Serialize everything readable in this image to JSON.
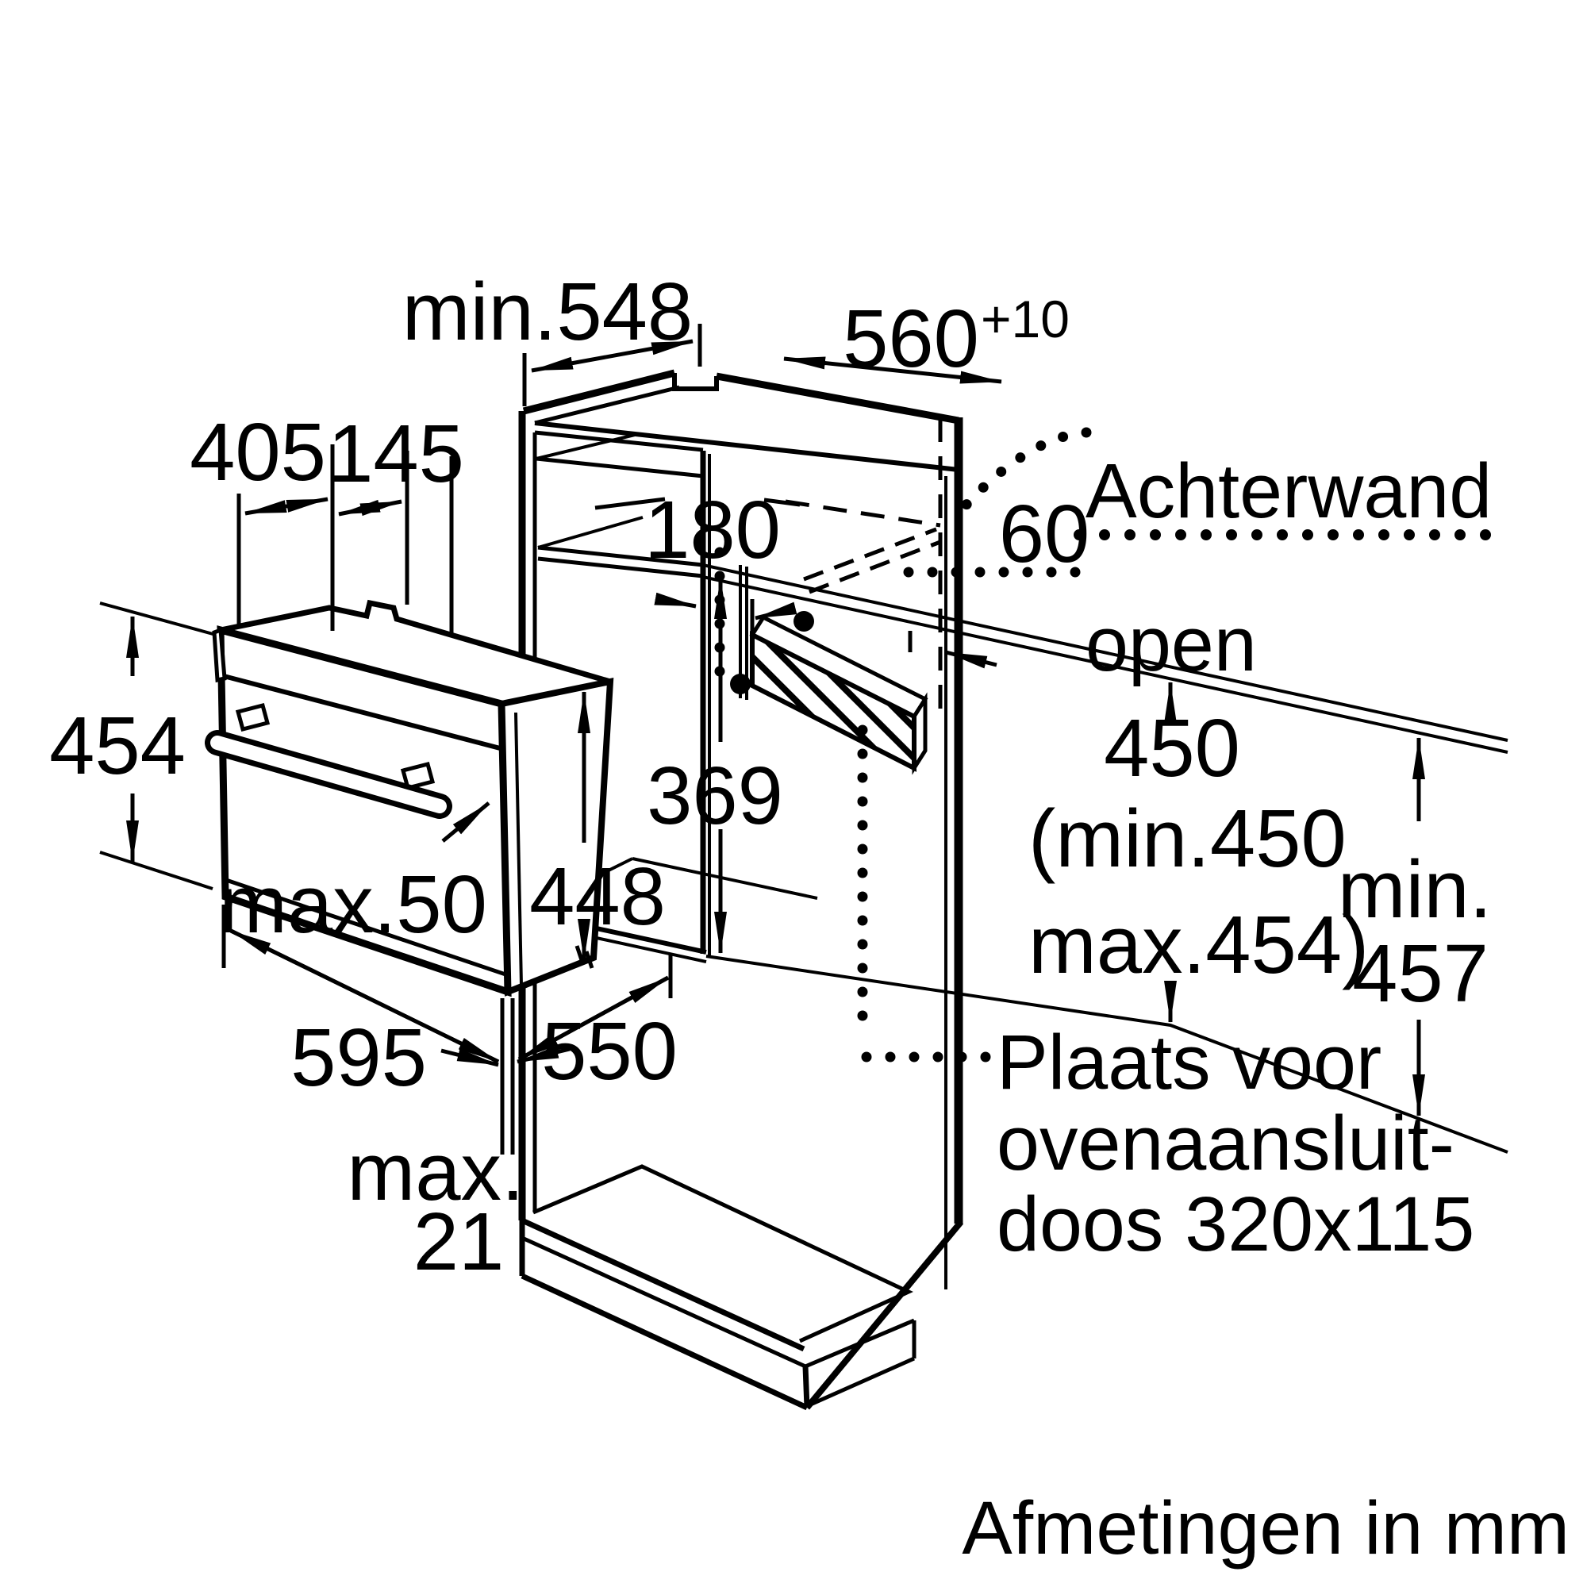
{
  "diagram": {
    "title_footer": "Afmetingen in mm",
    "colors": {
      "ink": "#000000",
      "paper": "#ffffff"
    },
    "labels": {
      "min548": "min.548",
      "d560": "560",
      "d560_sup": "+10",
      "achterwand_line1": "Achterwand",
      "achterwand_line2": "open",
      "d405": "405",
      "d145": "145",
      "d180": "180",
      "d60": "60",
      "d454": "454",
      "d369": "369",
      "d448": "448",
      "max50": "max.50",
      "d595": "595",
      "d550": "550",
      "max21_line1": "max.",
      "max21_line2": "21",
      "d450": "450",
      "d450_min": "(min.450",
      "d450_max": "max.454)",
      "min457_line1": "min.",
      "min457_line2": "457",
      "plaats_line1": "Plaats voor",
      "plaats_line2": "ovenaansluit-",
      "plaats_line3": "doos 320x115"
    }
  }
}
